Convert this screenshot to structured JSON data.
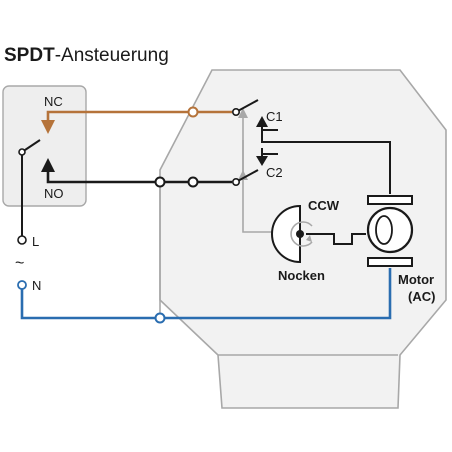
{
  "title": {
    "bold": "SPDT",
    "rest": "-Ansteuerung"
  },
  "labels": {
    "nc": "NC",
    "no": "NO",
    "l": "L",
    "tilde": "~",
    "n": "N",
    "c1": "C1",
    "c2": "C2",
    "ccw": "CCW",
    "nocken": "Nocken",
    "motor": "Motor",
    "ac": "(AC)"
  },
  "colors": {
    "brown": "#b5733a",
    "blue": "#2a6db0",
    "black": "#1a1a1a",
    "gray": "#a8a8a8",
    "housing_fill": "#f2f2f2"
  }
}
